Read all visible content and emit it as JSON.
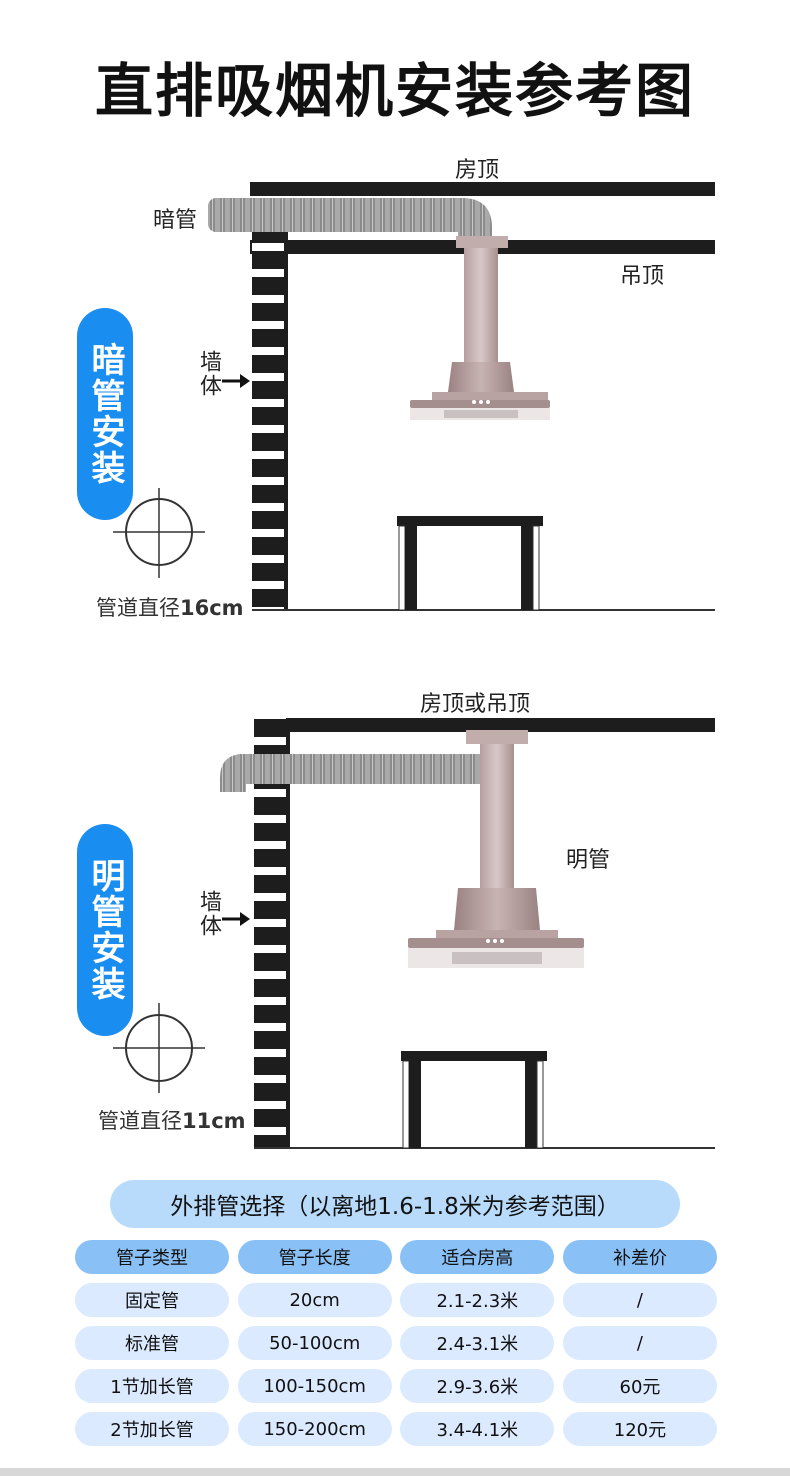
{
  "title": "直排吸烟机安装参考图",
  "diagram_top": {
    "side_label": "暗管安装",
    "roof": "房顶",
    "ceiling": "吊顶",
    "pipe": "暗管",
    "wall": "墙体",
    "diameter_prefix": "管道直径",
    "diameter_value": "16cm"
  },
  "diagram_bottom": {
    "side_label": "明管安装",
    "roof": "房顶或吊顶",
    "pipe": "明管",
    "wall": "墙体",
    "diameter_prefix": "管道直径",
    "diameter_value": "11cm"
  },
  "section_title": "外排管选择（以离地1.6-1.8米为参考范围）",
  "table": {
    "headers": [
      "管子类型",
      "管子长度",
      "适合房高",
      "补差价"
    ],
    "rows": [
      [
        "固定管",
        "20cm",
        "2.1-2.3米",
        "/"
      ],
      [
        "标准管",
        "50-100cm",
        "2.4-3.1米",
        "/"
      ],
      [
        "1节加长管",
        "100-150cm",
        "2.9-3.6米",
        "60元"
      ],
      [
        "2节加长管",
        "150-200cm",
        "3.4-4.1米",
        "120元"
      ]
    ]
  },
  "colors": {
    "accent_blue": "#1a8ef0",
    "pill_light": "#b9dbfb",
    "header_cell": "#89c0f6",
    "data_cell": "#dbeaff",
    "hood": "#b59a9a"
  }
}
